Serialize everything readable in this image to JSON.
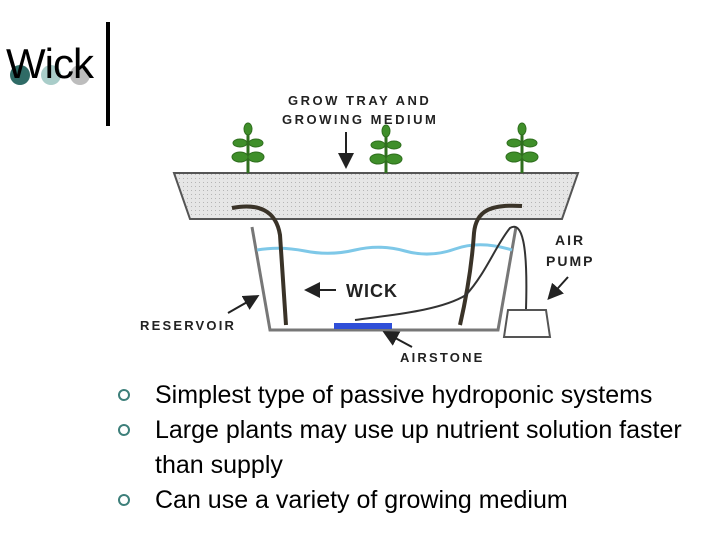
{
  "slide": {
    "title": "Wick"
  },
  "diagram": {
    "labels": {
      "grow_tray_line1": "GROW TRAY AND",
      "grow_tray_line2": "GROWING MEDIUM",
      "air_line1": "AIR",
      "air_line2": "PUMP",
      "wick": "WICK",
      "reservoir": "RESERVOIR",
      "airstone": "AIRSTONE"
    },
    "colors": {
      "tray": "#e3e3e3",
      "water": "#7ec8e8",
      "airstone": "#2f4fd8",
      "plant": "#3f8f2a"
    }
  },
  "bullets": [
    {
      "icon": "hollow-circle-bullet",
      "text": "Simplest type of passive hydroponic systems"
    },
    {
      "icon": "hollow-circle-bullet",
      "text": "Large plants may use up nutrient solution faster than supply"
    },
    {
      "icon": "hollow-circle-bullet",
      "text": "Can use a variety of growing medium"
    }
  ],
  "theme": {
    "accent_dark": "#2f6b66",
    "accent_light": "#a9cdc9",
    "accent_gray": "#bdbdbd"
  }
}
